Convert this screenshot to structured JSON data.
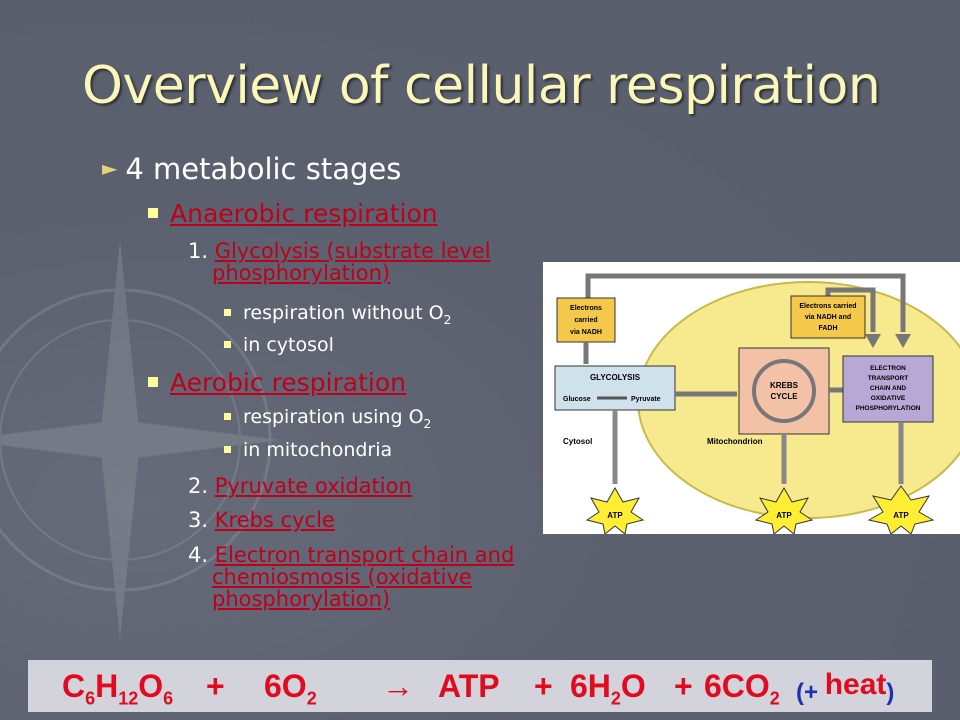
{
  "slide": {
    "title": "Overview of cellular respiration",
    "bullet": "4 metabolic stages",
    "anaerobic": "Anaerobic respiration",
    "glycolysis_num": "1.",
    "glycolysis_line1": "Glycolysis (substrate level",
    "glycolysis_line2": "phosphorylation)",
    "no_o2": "respiration without O",
    "in_cytosol": "in cytosol",
    "aerobic": "Aerobic respiration",
    "using_o2": "respiration using O",
    "in_mito": "in mitochondria",
    "pyruvate_num": "2.",
    "pyruvate": "Pyruvate oxidation",
    "krebs_num": "3.",
    "krebs": "Krebs cycle",
    "etc_num": "4.",
    "etc_line1": "Electron transport chain and",
    "etc_line2": "chemiosmosis (oxidative",
    "etc_line3": "phosphorylation)"
  },
  "diagram": {
    "electrons_nadh": [
      "Electrons",
      "carried",
      "via NADH"
    ],
    "electrons_nadh_fadh": [
      "Electrons carried",
      "via NADH and",
      "FADH"
    ],
    "glycolysis": "GLYCOLYSIS",
    "glucose": "Glucose",
    "pyruvate": "Pyruvate",
    "krebs": [
      "KREBS",
      "CYCLE"
    ],
    "etc": [
      "ELECTRON",
      "TRANSPORT",
      "CHAIN AND",
      "OXIDATIVE",
      "PHOSPHORYLATION"
    ],
    "cytosol": "Cytosol",
    "mitochondrion": "Mitochondrion",
    "atp": "ATP"
  },
  "equation": {
    "glucose": "C6H12O6",
    "oxygen": "6O2",
    "arrow": "→",
    "atp": "ATP",
    "water": "6H2O",
    "co2": "6CO2",
    "heat": "(+ heat)"
  },
  "colors": {
    "title": "#fbf7b8",
    "link_red": "#c0001a",
    "equation_red": "#e10a1f",
    "equation_blue": "#1f2fb0",
    "background": "#5a5f6d"
  }
}
